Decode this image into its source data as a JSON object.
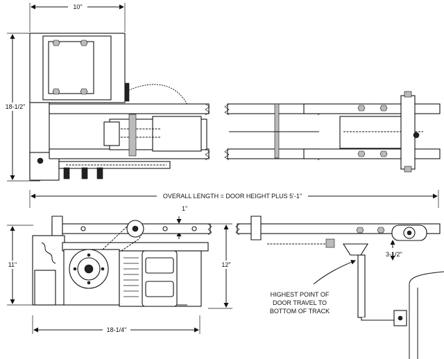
{
  "dimensions": {
    "top_width": "10\"",
    "top_height": "18-1/2\"",
    "overall_length": "OVERALL LENGTH = DOOR HEIGHT PLUS 5'-1\"",
    "small_offset": "1\"",
    "side_height_left": "11\"",
    "side_height_right": "12\"",
    "side_width": "18-1/4\"",
    "track_drop": "3-1/2\""
  },
  "notes": {
    "travel_line1": "HIGHEST POINT OF",
    "travel_line2": "DOOR TRAVEL TO",
    "travel_line3": "BOTTOM OF TRACK"
  },
  "colors": {
    "ink": "#111111",
    "paper": "#ffffff"
  }
}
